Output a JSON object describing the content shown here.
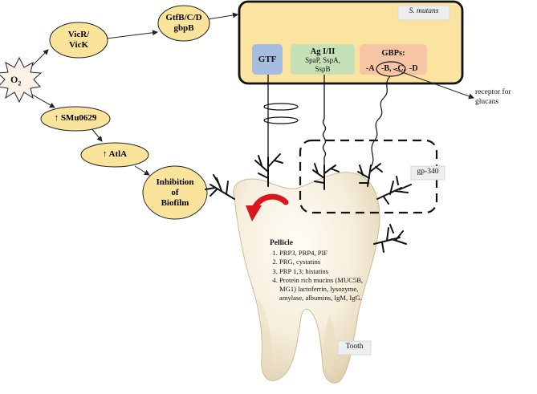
{
  "oxygen": {
    "symbol": "O",
    "subscript": "2"
  },
  "nodes": {
    "vicrk": [
      "VicR/",
      "VicK"
    ],
    "gtf_genes": [
      "GtfB/C/D",
      "gbpB"
    ],
    "smu0629": "↑ SMu0629",
    "atla": "↑ AtlA",
    "inhibition": [
      "Inhibition",
      "of",
      "Biofilm"
    ]
  },
  "bacterium": {
    "species_label": "S. mutans",
    "gtf": "GTF",
    "ag_title": "Ag I/II",
    "ag_sub": [
      "SpaP, SspA,",
      "SspB"
    ],
    "gbp_title": "GBPs:",
    "gbp_letters": {
      "a": "-A",
      "b": "-B,",
      "c": "-C,",
      "d": "-D"
    }
  },
  "receptor_label": [
    "receptor for",
    "glucans"
  ],
  "gp340_label": "gp-340",
  "tooth_label": "Tooth",
  "pellicle": {
    "title": "Pellicle",
    "items": [
      "PRP3, PRP4, PIF",
      "PRG, cystatins",
      "PRP 1,3; histatins",
      "Protein rich mucins (MUC5B, MG1) lactoferrin, lysozyme, amylase, albumins, IgM, IgG."
    ]
  },
  "colors": {
    "oval_fill": "#fae39b",
    "bacterium_fill": "#fbe3a0",
    "gtf_fill": "#a7bde0",
    "ag_fill": "#c7e1b7",
    "gbp_fill": "#f6c6a4",
    "arrow_red": "#d9161c",
    "tooth_light": "#fffcf2",
    "tooth_dark": "#e6d7b4"
  }
}
